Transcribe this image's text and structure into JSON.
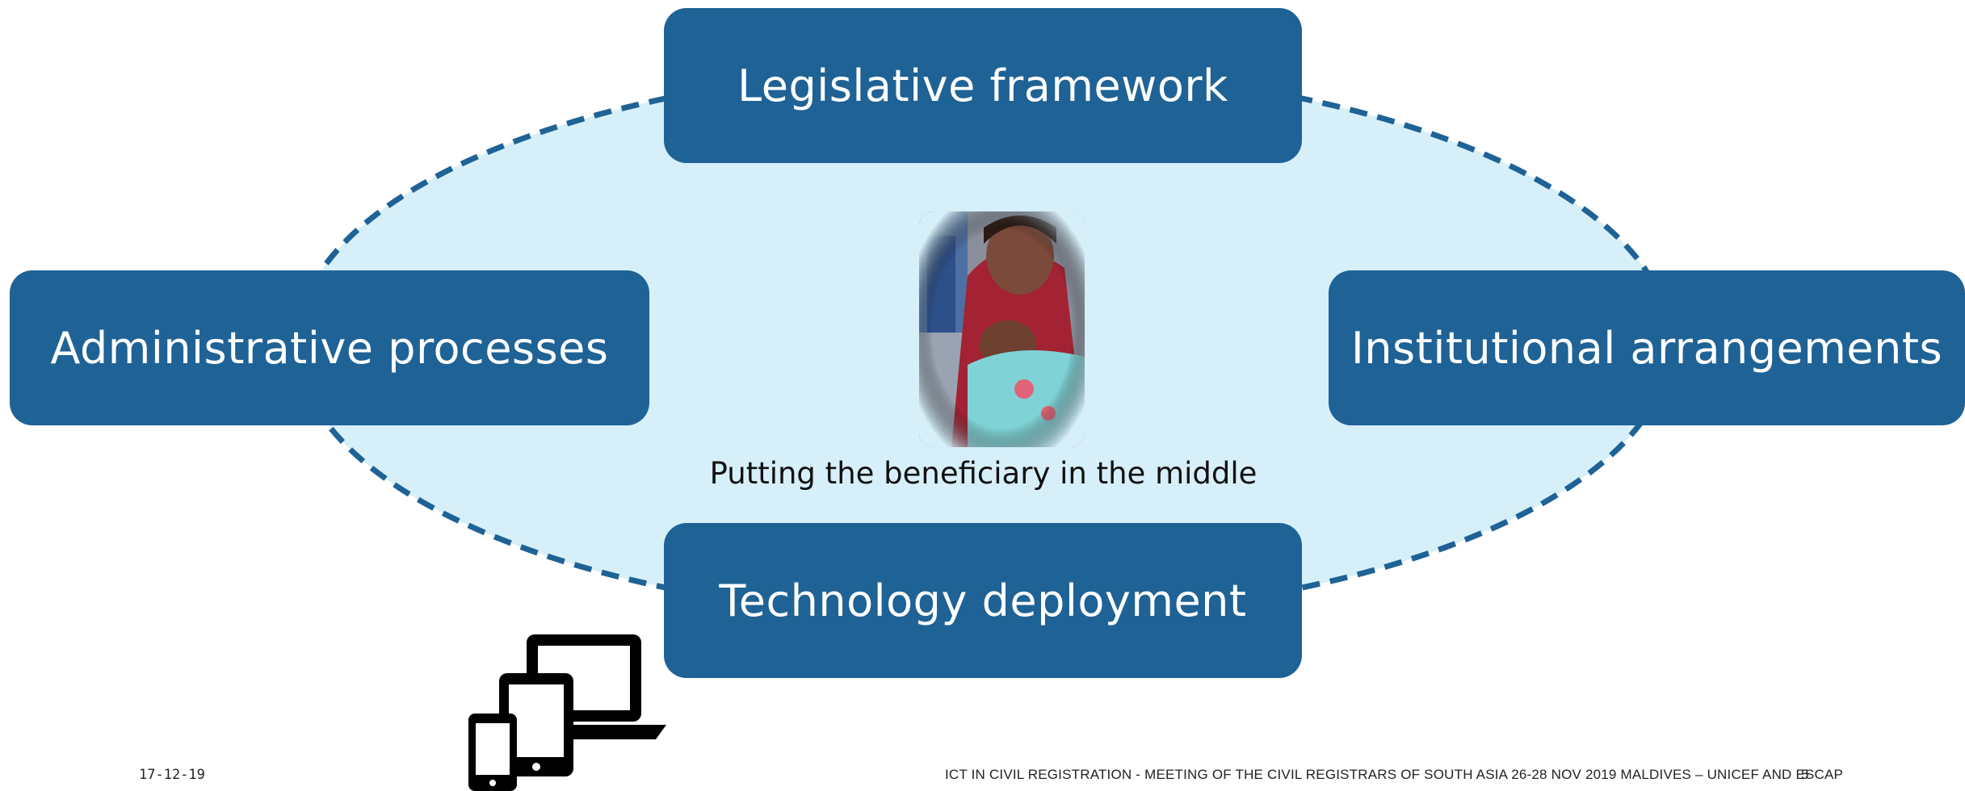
{
  "diagram": {
    "top_box": "Legislative framework",
    "left_box": "Administrative processes",
    "right_box": "Institutional arrangements",
    "bottom_box": "Technology deployment",
    "center_caption": "Putting the beneficiary in the middle"
  },
  "footer": {
    "date": "17-12-19",
    "text": "ICT IN CIVIL REGISTRATION  - MEETING OF THE CIVIL REGISTRARS OF SOUTH ASIA 26-28 NOV 2019 MALDIVES – UNICEF AND ESCAP",
    "page": "5"
  },
  "colors": {
    "box": "#1f6296",
    "ellipse_fill": "#d6eff9",
    "ellipse_stroke": "#1f6296"
  },
  "icons": [
    "devices-icon"
  ]
}
